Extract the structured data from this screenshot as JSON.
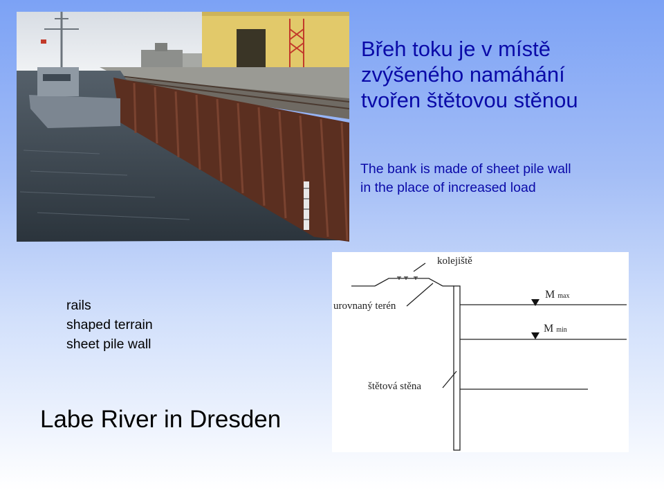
{
  "slide": {
    "title_lines": [
      "Břeh toku je v místě",
      "zvýšeného namáhání",
      "tvořen štětovou stěnou"
    ],
    "subtitle_lines": [
      "The bank is made of sheet pile wall",
      "in the place of increased load"
    ],
    "legend_lines": [
      "rails",
      "shaped terrain",
      "sheet pile wall"
    ],
    "caption": "Labe River in Dresden"
  },
  "diagram": {
    "label_rails": "kolejiště",
    "label_terrain": "urovnaný terén",
    "label_wall": "štětová stěna",
    "m_max_base": "M",
    "m_max_sub": "max",
    "m_min_base": "M",
    "m_min_sub": "min"
  },
  "photo": {
    "sky_color": "#e9eef3",
    "water_color": "#3a4550",
    "wall_color": "#5b2f20",
    "building_color": "#e2c96a"
  }
}
